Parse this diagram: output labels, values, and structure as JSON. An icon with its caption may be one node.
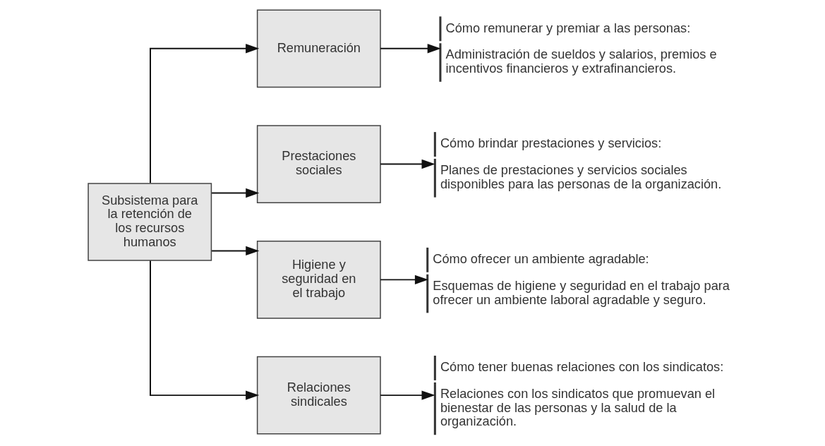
{
  "diagram": {
    "nodes": [
      {
        "text": [
          "Subsistema para la retención de los recursos humanos"
        ]
      },
      {
        "text": [
          "Remuneración"
        ]
      },
      {
        "text": [
          "Prestaciones sociales"
        ]
      },
      {
        "text": [
          "Higiene y seguridad en el trabajo"
        ]
      },
      {
        "text": [
          "Relaciones sindicales"
        ]
      },
      {
        "text": [
          "Cómo remunerar y premiar a las personas:",
          "Administración de sueldos y salarios, premios e incentivos financieros y extrafinancieros."
        ]
      },
      {
        "text": [
          "Cómo brindar prestaciones y servicios:",
          "Planes de prestaciones y servicios sociales disponibles para las personas de la organización."
        ]
      },
      {
        "text": [
          "Cómo ofrecer un ambiente agradable:",
          "Esquemas de higiene y seguridad en el trabajo para ofrecer un ambiente laboral agradable y seguro."
        ]
      },
      {
        "text": [
          "Cómo tener buenas relaciones con los sindicatos:",
          "Relaciones con los sindicatos que promuevan el bienestar de las personas y la salud de la organización."
        ]
      }
    ],
    "edges": [
      {
        "from": 0,
        "to": 1,
        "arrow": "to"
      },
      {
        "from": 0,
        "to": 2,
        "arrow": "to"
      },
      {
        "from": 0,
        "to": 3,
        "arrow": "to"
      },
      {
        "from": 0,
        "to": 4,
        "arrow": "to"
      },
      {
        "from": 1,
        "to": 5,
        "arrow": "to"
      },
      {
        "from": 2,
        "to": 6,
        "arrow": "to"
      },
      {
        "from": 3,
        "to": 7,
        "arrow": "to"
      },
      {
        "from": 4,
        "to": 8,
        "arrow": "to"
      }
    ]
  }
}
